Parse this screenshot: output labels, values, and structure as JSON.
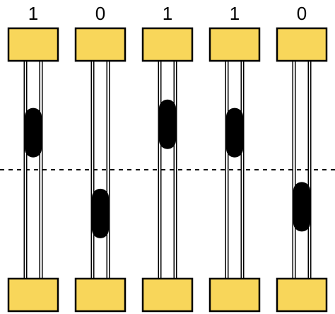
{
  "bits": [
    {
      "label": "1",
      "bead_level": 0.72
    },
    {
      "label": "0",
      "bead_level": 0.24
    },
    {
      "label": "1",
      "bead_level": 0.77
    },
    {
      "label": "1",
      "bead_level": 0.72
    },
    {
      "label": "0",
      "bead_level": 0.28
    }
  ],
  "colors": {
    "block": "#f8d65a",
    "bead": "#000000",
    "line": "#000000"
  }
}
